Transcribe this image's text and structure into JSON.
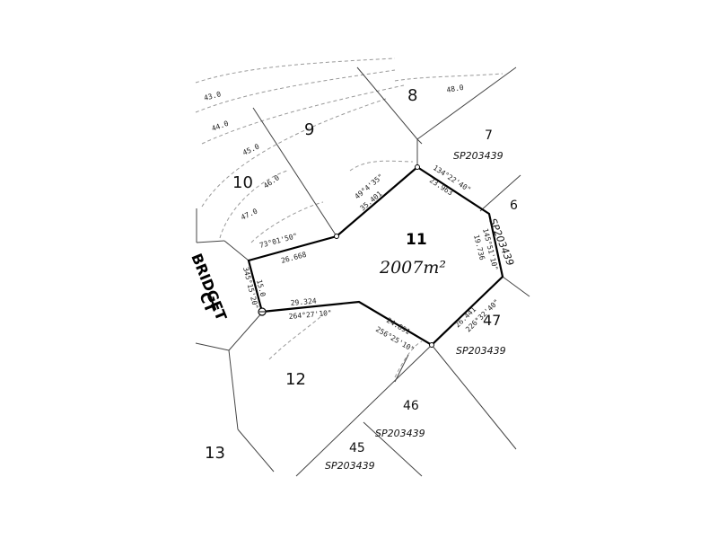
{
  "main_lot": {
    "number": "11",
    "area": "2007m²"
  },
  "street": {
    "line1": "BRIDGET",
    "line2": "CT"
  },
  "lots": [
    {
      "key": "8",
      "number": "8"
    },
    {
      "key": "9",
      "number": "9"
    },
    {
      "key": "10",
      "number": "10"
    },
    {
      "key": "12",
      "number": "12"
    },
    {
      "key": "13",
      "number": "13"
    },
    {
      "key": "7",
      "number": "7",
      "plan": "SP203439"
    },
    {
      "key": "6",
      "number": "6",
      "plan": "SP203439"
    },
    {
      "key": "47",
      "number": "47",
      "plan": "SP203439"
    },
    {
      "key": "46",
      "number": "46",
      "plan": "SP203439"
    },
    {
      "key": "45",
      "number": "45",
      "plan": "SP203439"
    }
  ],
  "dimensions": [
    {
      "key": "north",
      "bearing": "49°4'35\"",
      "distance": "35.401"
    },
    {
      "key": "ne",
      "bearing": "134°22'40\"",
      "distance": "23.963"
    },
    {
      "key": "east",
      "bearing": "145°51'10\"",
      "distance": "19.736"
    },
    {
      "key": "se",
      "bearing": "226°32'40\"",
      "distance": "26.441"
    },
    {
      "key": "south",
      "bearing": "256°25'10\"",
      "distance": "24.891"
    },
    {
      "key": "sw",
      "bearing": "264°27'10\"",
      "distance": "29.324"
    },
    {
      "key": "west",
      "bearing": "345°15'20\"",
      "distance": "15.0"
    },
    {
      "key": "nw",
      "bearing": "73°01'50\"",
      "distance": "26.668"
    }
  ],
  "contours": [
    "43.0",
    "44.0",
    "45.0",
    "46.0",
    "47.0",
    "48.0"
  ]
}
